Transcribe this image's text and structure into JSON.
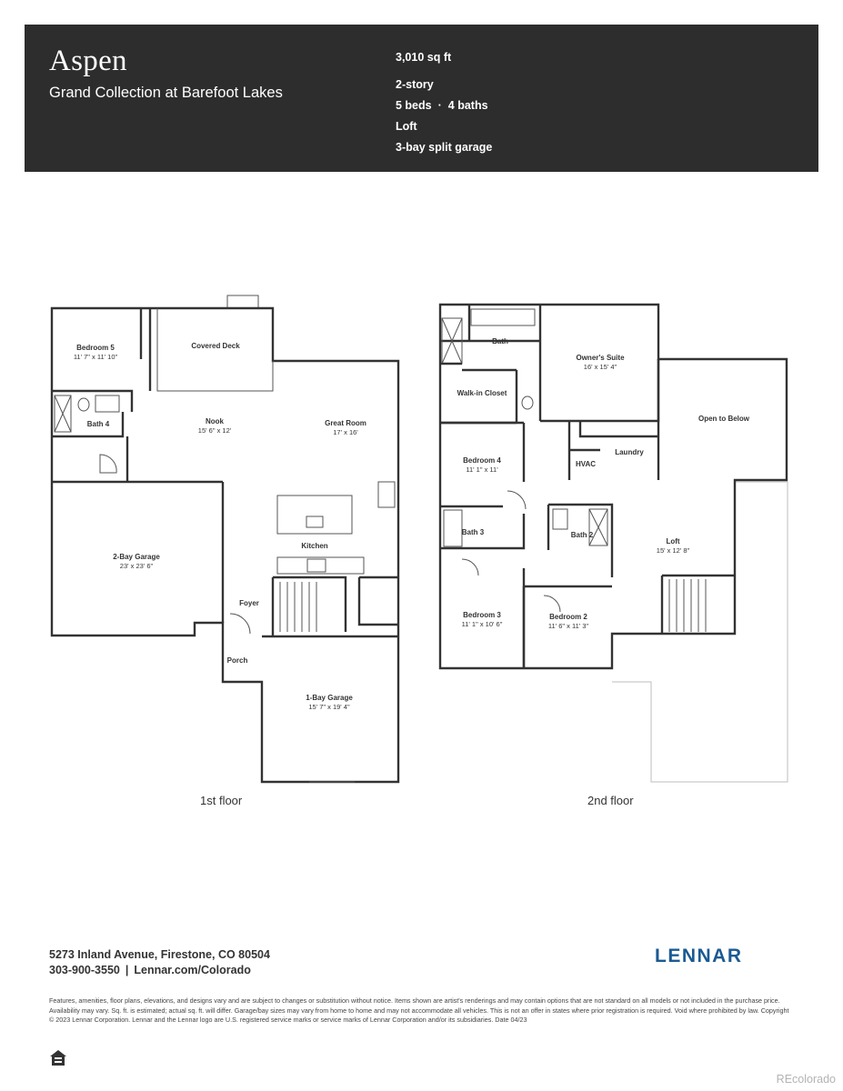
{
  "header": {
    "plan_name": "Aspen",
    "community": "Grand Collection at Barefoot Lakes",
    "sqft": "3,010 sq ft",
    "stories": "2-story",
    "beds": "5 beds",
    "beds_baths_separator": "·",
    "baths": "4 baths",
    "loft": "Loft",
    "garage": "3-bay split garage"
  },
  "first_floor": {
    "label": "1st floor",
    "rooms": {
      "bedroom5": {
        "name": "Bedroom 5",
        "dim": "11' 7\" x 11' 10\""
      },
      "covered_deck": {
        "name": "Covered Deck"
      },
      "bath4": {
        "name": "Bath 4"
      },
      "nook": {
        "name": "Nook",
        "dim": "15' 6\" x 12'"
      },
      "great_room": {
        "name": "Great Room",
        "dim": "17' x 16'"
      },
      "garage2": {
        "name": "2-Bay Garage",
        "dim": "23' x 23' 6\""
      },
      "kitchen": {
        "name": "Kitchen"
      },
      "foyer": {
        "name": "Foyer"
      },
      "porch": {
        "name": "Porch"
      },
      "garage1": {
        "name": "1-Bay Garage",
        "dim": "15' 7\" x 19' 4\""
      }
    }
  },
  "second_floor": {
    "label": "2nd floor",
    "rooms": {
      "bath": {
        "name": "Bath"
      },
      "owners_suite": {
        "name": "Owner's Suite",
        "dim": "16' x 15' 4\""
      },
      "walk_in_closet": {
        "name": "Walk-in Closet"
      },
      "open_to_below": {
        "name": "Open to Below"
      },
      "bedroom4": {
        "name": "Bedroom 4",
        "dim": "11' 1\" x 11'"
      },
      "hvac": {
        "name": "HVAC"
      },
      "laundry": {
        "name": "Laundry"
      },
      "bath3": {
        "name": "Bath 3"
      },
      "bath2": {
        "name": "Bath 2"
      },
      "loft": {
        "name": "Loft",
        "dim": "15' x 12' 8\""
      },
      "bedroom3": {
        "name": "Bedroom 3",
        "dim": "11' 1\" x 10' 6\""
      },
      "bedroom2": {
        "name": "Bedroom 2",
        "dim": "11' 6\" x 11' 3\""
      }
    }
  },
  "footer": {
    "address": "5273 Inland Avenue, Firestone, CO 80504",
    "phone": "303-900-3550",
    "phone_web_separator": "|",
    "website": "Lennar.com/Colorado",
    "logo": "LENNAR",
    "disclaimer": "Features, amenities, floor plans, elevations, and designs vary and are subject to changes or substitution without notice. Items shown are artist's renderings and may contain options that are not standard on all models or not included in the purchase price. Availability may vary. Sq. ft. is estimated; actual sq. ft. will differ. Garage/bay sizes may vary from home to home and may not accommodate all vehicles. This is not an offer in states where prior registration is required. Void where prohibited by law. Copyright © 2023 Lennar Corporation. Lennar and the Lennar logo are U.S. registered service marks or service marks of Lennar Corporation and/or its subsidiaries. Date 04/23",
    "watermark": "REcolorado"
  },
  "icons": {
    "equal_housing": "equal-housing-icon"
  }
}
